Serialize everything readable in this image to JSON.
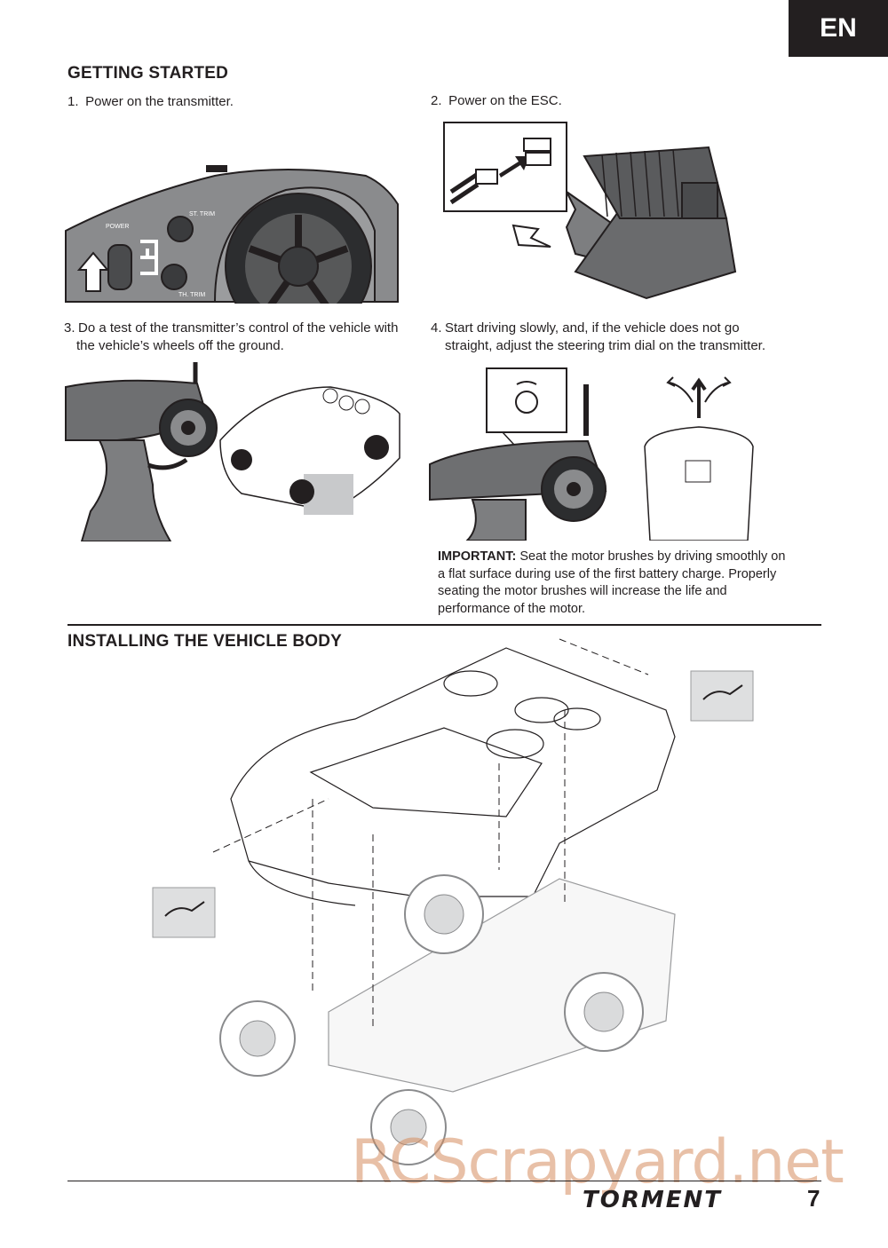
{
  "lang_tab": "EN",
  "getting_started": {
    "heading": "GETTING STARTED",
    "step1": {
      "num": "1.",
      "text": "Power on the transmitter."
    },
    "step2": {
      "num": "2.",
      "text": "Power on the ESC."
    },
    "step3": {
      "num": "3.",
      "line1": "Do a test of the transmitter’s control of the vehicle with",
      "line2": "the vehicle’s wheels off the ground."
    },
    "step4": {
      "num": "4.",
      "line1": "Start driving slowly, and, if the vehicle does not go",
      "line2": "straight, adjust the steering trim dial on the transmitter."
    },
    "important": {
      "label": "IMPORTANT:",
      "text": "Seat the motor brushes by driving smoothly on a flat surface during use of the first battery charge. Properly seating the motor brushes will increase the life and performance of the motor."
    },
    "transmitter_labels": {
      "power": "POWER",
      "st_trim": "ST. TRIM",
      "th_trim": "TH. TRIM"
    }
  },
  "installing_body": {
    "heading": "INSTALLING THE VEHICLE BODY"
  },
  "footer": {
    "brand": "TORMENT",
    "page": "7"
  },
  "watermark": "RCScrapyard.net"
}
